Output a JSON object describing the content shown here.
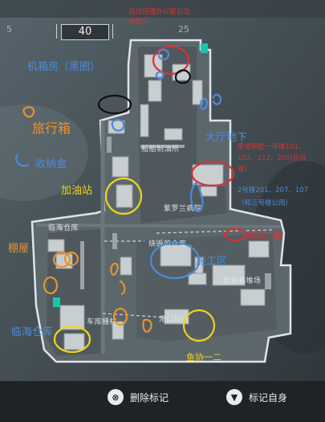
{
  "hud": {
    "compass_left": "5",
    "compass_right": "25",
    "distance": "40"
  },
  "map_labels": {
    "refinery": "船舶制油所",
    "hospital": "紫罗兰病院",
    "warehouse_north": "临海仓库",
    "warehouse_ruined": "烧毁的仓库",
    "container_zone": "集装箱堆场",
    "dock_warehouse": "车库栅栏",
    "dock": "港口码头"
  },
  "annotations": {
    "manager_office": "后边经理办公室右边",
    "manager_office_2": "电脑房",
    "machine_room": "机箱房（黑圈）",
    "travel_case": "旅行箱",
    "storage_box": "收纳盒",
    "gas_station": "加油站",
    "hall_basement": "大厅地下",
    "key_room_text": "废墟钥匙一号楼101、",
    "key_room_text_2": "102、212、205(比较",
    "key_room_text_3": "难)",
    "building_2": "2号楼201、207、107",
    "building_2_note": "（和三号楼公用）",
    "ruined_cabin": "废墟小屋",
    "shed": "棚屋",
    "construction": "施工区",
    "coast_warehouse": "临海仓库",
    "fish_coop": "鱼协一二"
  },
  "bottom_bar": {
    "delete_label": "删除标记",
    "mark_self_label": "标记自身"
  },
  "colors": {
    "annotation_blue": "#4f8ad6",
    "annotation_red": "#d53333",
    "annotation_orange": "#e8922d",
    "annotation_yellow": "#efd31d",
    "extract": "#19c6a8"
  }
}
